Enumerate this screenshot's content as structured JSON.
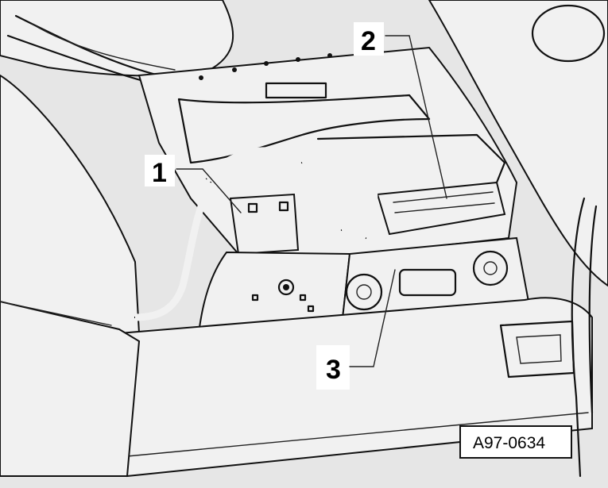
{
  "callouts": {
    "one": "1",
    "two": "2",
    "three": "3"
  },
  "reference_code": "A97-0634",
  "colors": {
    "line": "#111111",
    "panel_light": "#f1f1f1",
    "panel_grey": "#e6e6e6",
    "label_bg": "#ffffff"
  }
}
